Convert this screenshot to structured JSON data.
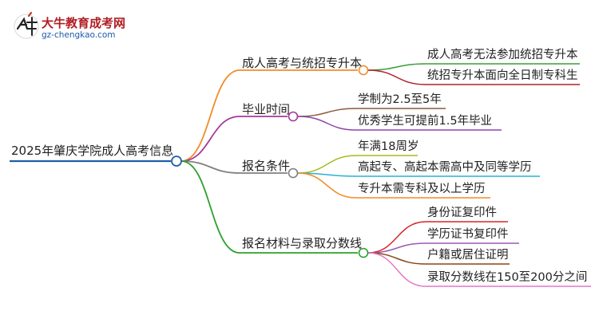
{
  "logo": {
    "name": "大牛教育成考网",
    "url": "gz-chengkao.com"
  },
  "mindmap": {
    "root": "2025年肇庆学院成人高考信息",
    "branches": [
      {
        "label": "成人高考与统招专升本",
        "color": "#f28c28",
        "children": [
          {
            "label": "成人高考无法参加统招专升本",
            "color": "#3c9b3c"
          },
          {
            "label": "统招专升本面向全日制专科生",
            "color": "#b0202a"
          }
        ]
      },
      {
        "label": "毕业时间",
        "color": "#a43a9a",
        "children": [
          {
            "label": "学制为2.5至5年",
            "color": "#8b5a3c"
          },
          {
            "label": "优秀学生可提前1.5年毕业",
            "color": "#8e44ad"
          }
        ]
      },
      {
        "label": "报名条件",
        "color": "#7f7f7f",
        "children": [
          {
            "label": "年满18周岁",
            "color": "#a8b820"
          },
          {
            "label": "高起专、高起本需高中及同等学历",
            "color": "#27b2d6"
          },
          {
            "label": "专升本需专科及以上学历",
            "color": "#f28c28"
          }
        ]
      },
      {
        "label": "报名材料与录取分数线",
        "color": "#2ca02c",
        "children": [
          {
            "label": "身份证复印件",
            "color": "#d62728"
          },
          {
            "label": "学历证书复印件",
            "color": "#9b59b6"
          },
          {
            "label": "户籍或居住证明",
            "color": "#8b4513"
          },
          {
            "label": "录取分数线在150至200分之间",
            "color": "#e377c2"
          }
        ]
      }
    ]
  }
}
